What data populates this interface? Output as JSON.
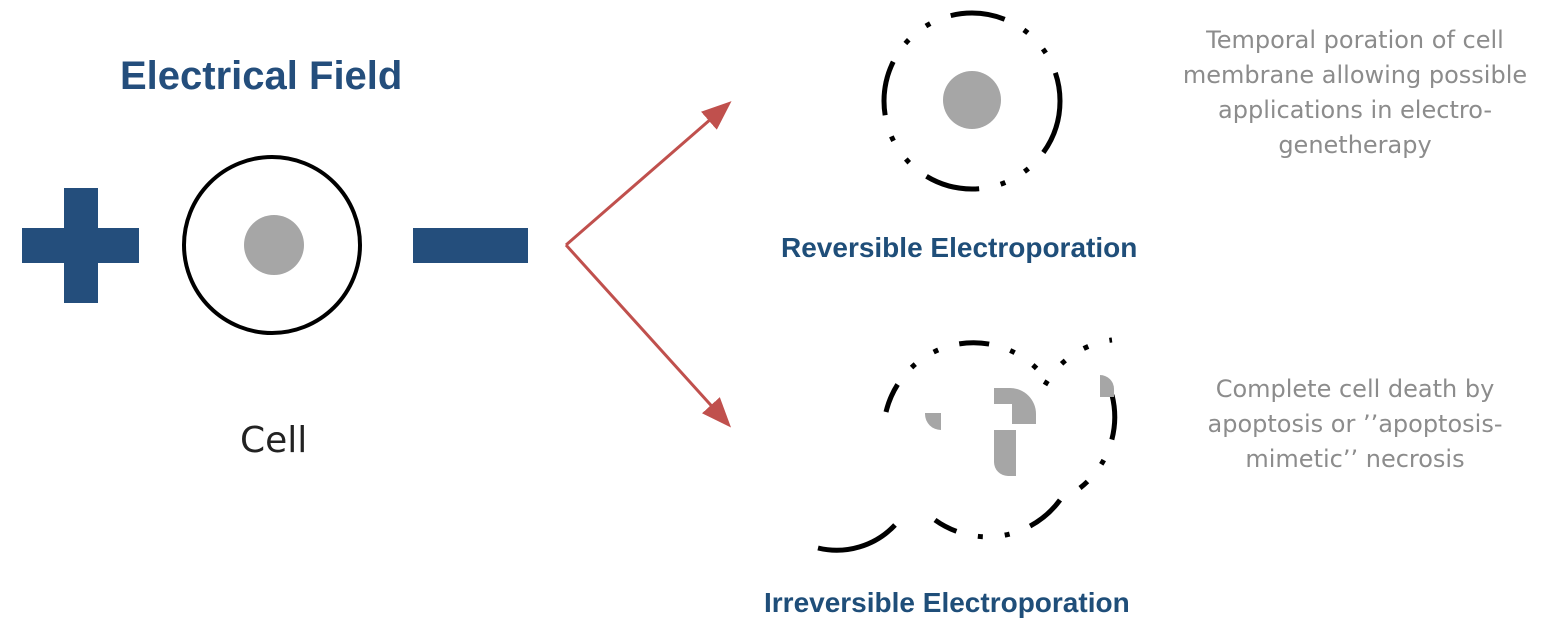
{
  "title": "Electrical Field",
  "cell_label": "Cell",
  "reversible": {
    "title": "Reversible Electroporation",
    "description": "Temporal poration of cell membrane allowing possible applications in electro-genetherapy"
  },
  "irreversible": {
    "title": "Irreversible Electroporation",
    "description": "Complete cell death by apoptosis  or ’’apoptosis-mimetic’’ necrosis"
  },
  "colors": {
    "electrode": "#244e7c",
    "heading": "#1f4e79",
    "arrow": "#c0504d",
    "nucleus": "#a6a6a6",
    "membrane": "#000000",
    "description": "#8c8c8c"
  },
  "icons": {
    "positive": "plus-electrode-icon",
    "negative": "minus-electrode-icon"
  }
}
